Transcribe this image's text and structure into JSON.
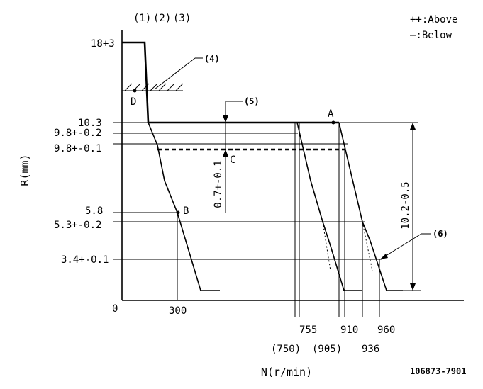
{
  "header": {
    "refs": [
      "(1)",
      "(2)",
      "(3)"
    ],
    "legend_above": "++:Above",
    "legend_below": "—:Below"
  },
  "axes": {
    "y_label": "R(mm)",
    "x_label": "N(r/min)",
    "origin": "0"
  },
  "y_ticks": [
    "18+3",
    "10.3",
    "9.8+-0.2",
    "9.8+-0.1",
    "5.8",
    "5.3+-0.2",
    "3.4+-0.1"
  ],
  "x_ticks": [
    "300",
    "755",
    "(750)",
    "(905)",
    "910",
    "936",
    "960"
  ],
  "points": {
    "a": "A",
    "b": "B",
    "c": "C",
    "d": "D"
  },
  "callouts": {
    "c4": "(4)",
    "c5": "(5)",
    "c6": "(6)"
  },
  "dims": {
    "left": "0.7+-0.1",
    "right": "10.2-0.5"
  },
  "footer": {
    "code": "106873-7901"
  }
}
